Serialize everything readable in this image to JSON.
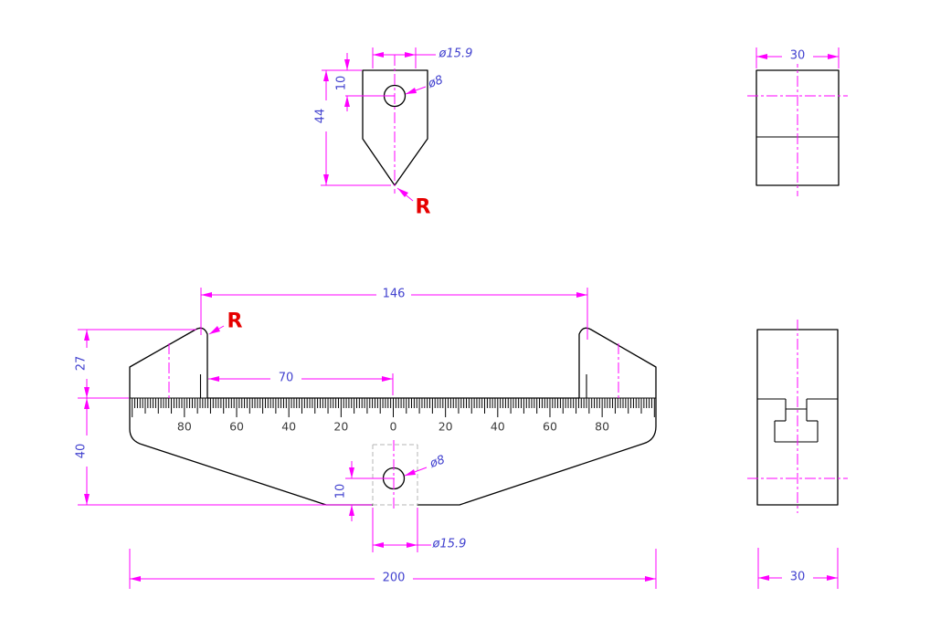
{
  "colors": {
    "outline": "#000000",
    "dimension": "#ff00ff",
    "dimension_text": "#4242cf",
    "radius_label": "#e60000",
    "hidden_line": "#b4b4b4",
    "background": "#ffffff"
  },
  "views": {
    "pointer_front": {
      "labels": {
        "dia_top": "ø15.9",
        "hole_dia": "ø8",
        "hole_offset": "10",
        "height": "44",
        "radius": "R"
      }
    },
    "pointer_side": {
      "labels": {
        "width": "30"
      }
    },
    "body_front": {
      "labels": {
        "tab_span": "146",
        "tab_height": "27",
        "pointer_offset": "70",
        "body_height": "40",
        "hole_offset": "10",
        "hole_dia": "ø8",
        "boss_dia": "ø15.9",
        "total_length": "200",
        "radius": "R"
      },
      "ruler": {
        "tick_labels": [
          "80",
          "60",
          "40",
          "20",
          "0",
          "20",
          "40",
          "60",
          "80"
        ],
        "label_values_mm": [
          -80,
          -60,
          -40,
          -20,
          0,
          20,
          40,
          60,
          80
        ],
        "range_mm": [
          -100,
          100
        ],
        "minor_step_mm": 1,
        "medium_step_mm": 5,
        "major_step_mm": 20
      }
    },
    "body_side": {
      "labels": {
        "width": "30"
      }
    }
  }
}
